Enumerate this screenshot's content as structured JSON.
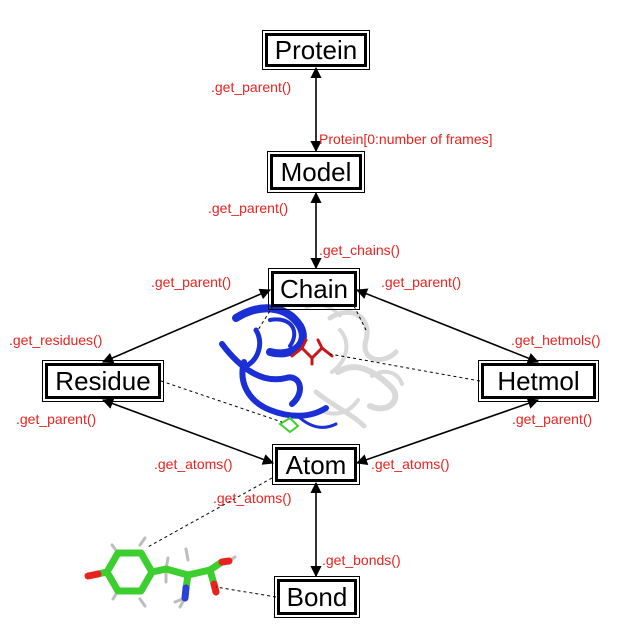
{
  "colors": {
    "box_border": "#000000",
    "box_text": "#000000",
    "method_label": "#e8231f",
    "edge": "#000000",
    "dotted_edge": "#000000",
    "ribbon_blue": "#1b2fd6",
    "ribbon_white": "#d9d9d9",
    "ligand_red": "#c8161d",
    "molecule_green": "#3ccf2f",
    "molecule_oxygen": "#e8231f",
    "molecule_nitrogen": "#2b3fd9",
    "molecule_hydrogen": "#bdbdbd"
  },
  "nodes": {
    "protein": "Protein",
    "model": "Model",
    "chain": "Chain",
    "residue": "Residue",
    "hetmol": "Hetmol",
    "atom": "Atom",
    "bond": "Bond"
  },
  "labels": {
    "protein_model_up": ".get_parent()",
    "protein_model_down": "Protein[0:number of frames]",
    "model_chain_up": ".get_parent()",
    "model_chain_down": ".get_chains()",
    "chain_residue_up": ".get_parent()",
    "chain_hetmol_up": ".get_parent()",
    "chain_residue_down": ".get_residues()",
    "chain_hetmol_down": ".get_hetmols()",
    "residue_atom_up": ".get_parent()",
    "hetmol_atom_up": ".get_parent()",
    "residue_atom_down": ".get_atoms()",
    "hetmol_atom_down": ".get_atoms()",
    "atom_molecule": ".get_atoms()",
    "atom_bond": ".get_bonds()"
  },
  "illustrations": {
    "protein_structure": "protein-ribbon-icon",
    "small_molecule": "stick-molecule-icon"
  }
}
